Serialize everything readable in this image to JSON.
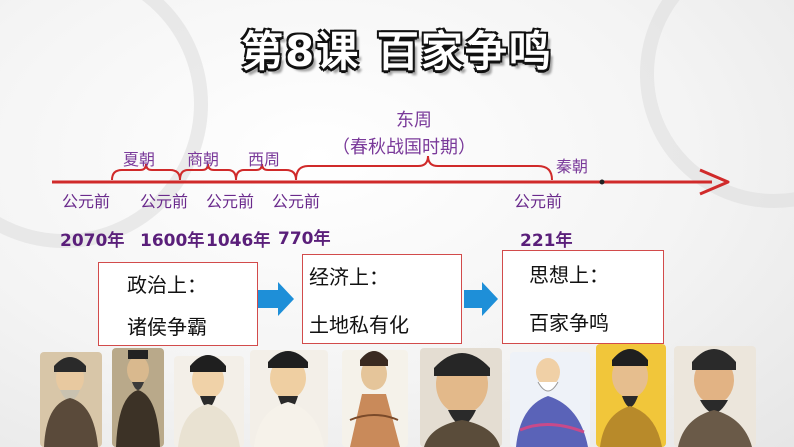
{
  "title": "第8课 百家争鸣",
  "dynasties": {
    "xia": "夏朝",
    "shang": "商朝",
    "xizhou": "西周",
    "dongzhou": "东周",
    "dongzhou_sub": "（春秋战国时期）",
    "qin": "秦朝"
  },
  "timeline": [
    {
      "prefix": "公元前",
      "year": "2070年"
    },
    {
      "prefix": "公元前",
      "year": "1600年"
    },
    {
      "prefix": "公元前",
      "year": "1046年"
    },
    {
      "prefix": "公元前",
      "year": "770年"
    },
    {
      "prefix": "公元前",
      "year": "221年"
    }
  ],
  "boxes": [
    {
      "heading": "政治上：",
      "content": "诸侯争霸"
    },
    {
      "heading": "经济上：",
      "content": "土地私有化"
    },
    {
      "heading": "思想上：",
      "content": "百家争鸣"
    }
  ],
  "colors": {
    "timeline_red": "#d02a2a",
    "label_purple": "#6a2a8c",
    "flow_arrow_blue": "#1e8fd8",
    "box_border": "#d24b4b"
  },
  "portraits": [
    "portrait-1-icon",
    "portrait-2-icon",
    "portrait-3-icon",
    "portrait-4-icon",
    "portrait-5-icon",
    "portrait-6-icon",
    "portrait-7-icon",
    "portrait-8-icon",
    "portrait-9-icon"
  ]
}
